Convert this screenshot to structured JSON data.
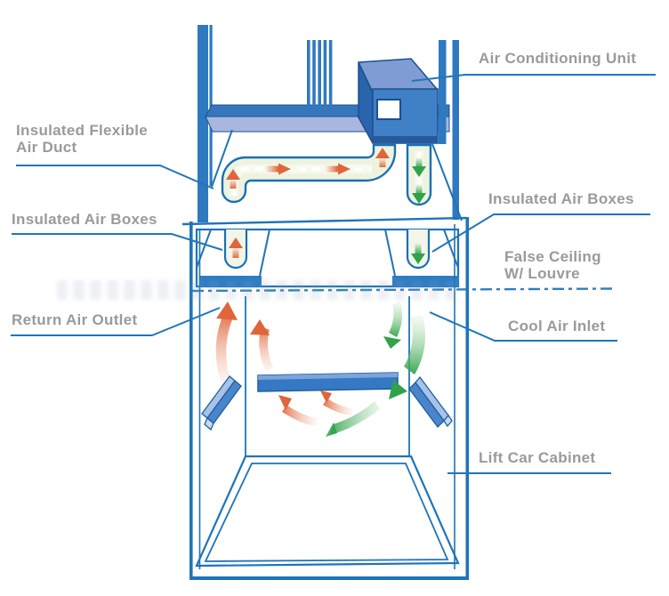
{
  "diagram": {
    "subject": "Lift car air conditioning airflow diagram"
  },
  "labels": {
    "air_conditioning_unit": "Air Conditioning Unit",
    "insulated_flexible_air_duct": [
      "Insulated Flexible",
      "Air Duct"
    ],
    "insulated_air_boxes_left": "Insulated Air Boxes",
    "insulated_air_boxes_right": "Insulated Air Boxes",
    "false_ceiling_w_louvre": [
      "False Ceiling",
      "W/ Louvre"
    ],
    "return_air_outlet": "Return Air Outlet",
    "cool_air_inlet": "Cool Air Inlet",
    "lift_car_cabinet": "Lift Car Cabinet"
  },
  "colors": {
    "outline_blue": "#1E74B8",
    "structure_fill_blue": "#2E79C0",
    "beam_light_blue": "#A9B7E0",
    "ac_top_blue": "#7F9CD4",
    "ac_front_blue": "#3F80C6",
    "ac_bottom_stripe": "#27599D",
    "duct_pale_green": "#EEF3DF",
    "warm_air_orange": "#E0653A",
    "cool_air_green": "#2FA24A",
    "label_gray": "#9A9A9A"
  }
}
